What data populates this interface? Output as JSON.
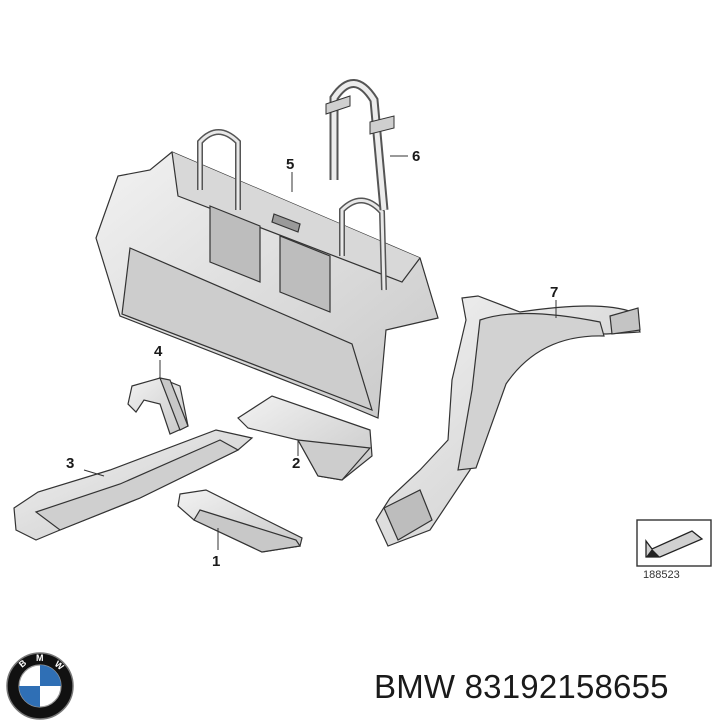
{
  "diagram": {
    "callouts": [
      {
        "id": "1",
        "label": "1"
      },
      {
        "id": "2",
        "label": "2"
      },
      {
        "id": "3",
        "label": "3"
      },
      {
        "id": "4",
        "label": "4"
      },
      {
        "id": "5",
        "label": "5"
      },
      {
        "id": "6",
        "label": "6"
      },
      {
        "id": "7",
        "label": "7"
      }
    ],
    "reference_code": "188523"
  },
  "footer": {
    "brand": "BMW",
    "part_number": "83192158655",
    "logo_letters": "BMW"
  },
  "colors": {
    "line": "#333333",
    "part_fill": "#e6e6e6",
    "part_shade": "#cfcfcf",
    "logo_blue": "#2f6fb5",
    "logo_black": "#111111"
  }
}
